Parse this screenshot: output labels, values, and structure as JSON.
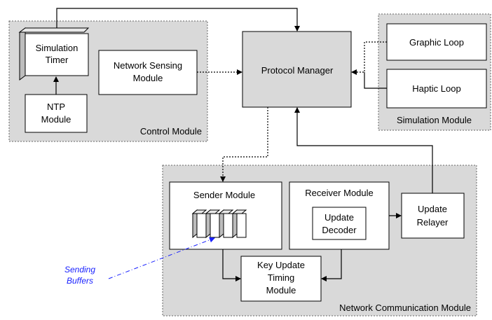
{
  "diagram": {
    "modules": {
      "control": "Control Module",
      "simulation": "Simulation Module",
      "network": "Network Communication Module"
    },
    "blocks": {
      "sim_timer_l1": "Simulation",
      "sim_timer_l2": "Timer",
      "ntp_l1": "NTP",
      "ntp_l2": "Module",
      "net_sensing_l1": "Network Sensing",
      "net_sensing_l2": "Module",
      "protocol_manager": "Protocol Manager",
      "graphic_loop": "Graphic Loop",
      "haptic_loop": "Haptic Loop",
      "sender": "Sender Module",
      "receiver": "Receiver Module",
      "update_decoder_l1": "Update",
      "update_decoder_l2": "Decoder",
      "update_relayer_l1": "Update",
      "update_relayer_l2": "Relayer",
      "key_update_l1": "Key Update",
      "key_update_l2": "Timing",
      "key_update_l3": "Module"
    },
    "annotation": {
      "line1": "Sending",
      "line2": "Buffers"
    },
    "colors": {
      "module_fill": "#d9d9d9",
      "block_fill": "#ffffff",
      "stroke": "#000000",
      "annotation": "#1a22ff"
    }
  }
}
